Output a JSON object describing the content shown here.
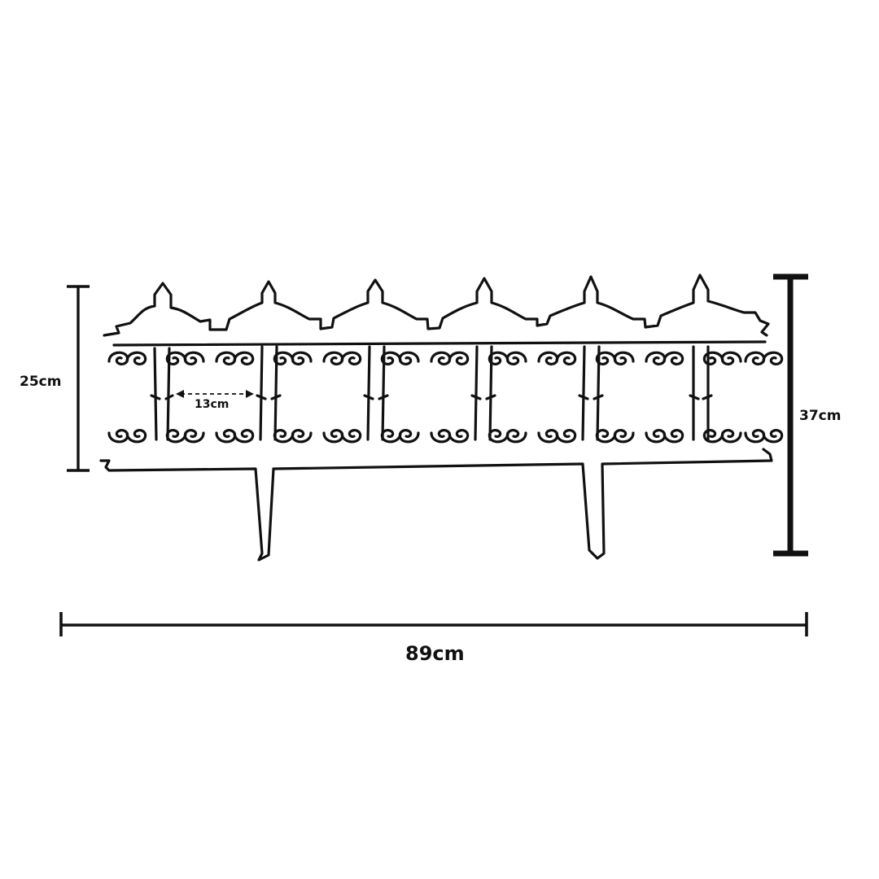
{
  "dimensions": {
    "height_main": "25cm",
    "height_total": "37cm",
    "gap_width": "13cm",
    "total_width": "89cm"
  },
  "colors": {
    "outline": "#111111",
    "background": "#ffffff"
  }
}
